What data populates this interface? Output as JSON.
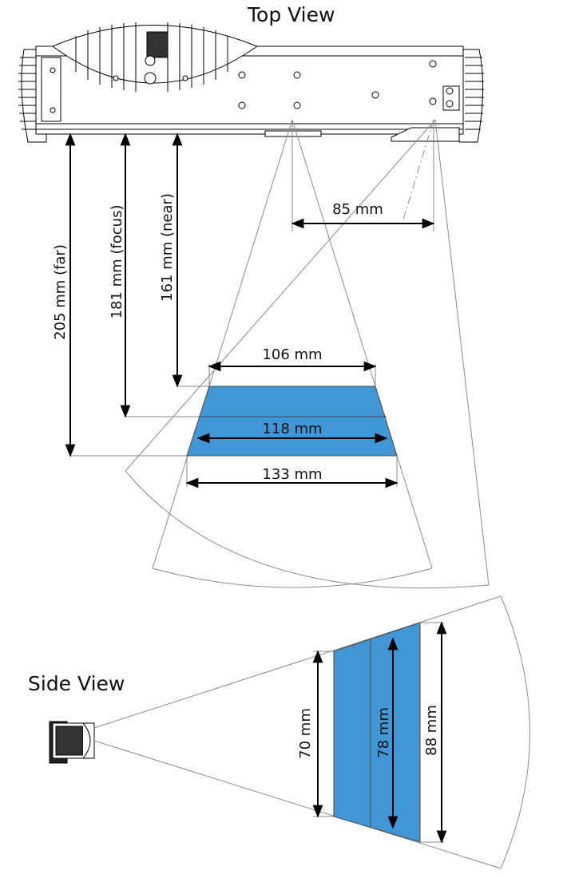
{
  "top_view": {
    "title": "Top View",
    "dims": {
      "far": "205 mm (far)",
      "focus": "181 mm (focus)",
      "near": "161 mm (near)",
      "offset": "85 mm",
      "near_width": "106 mm",
      "focus_width": "118 mm",
      "far_width": "133 mm"
    }
  },
  "side_view": {
    "title": "Side View",
    "dims": {
      "near_height": "70 mm",
      "focus_height": "78 mm",
      "far_height": "88 mm"
    }
  },
  "colors": {
    "field_of_view": "#4196d6",
    "construction_lines": "#8a8a8a",
    "dimension_lines": "#000000"
  }
}
